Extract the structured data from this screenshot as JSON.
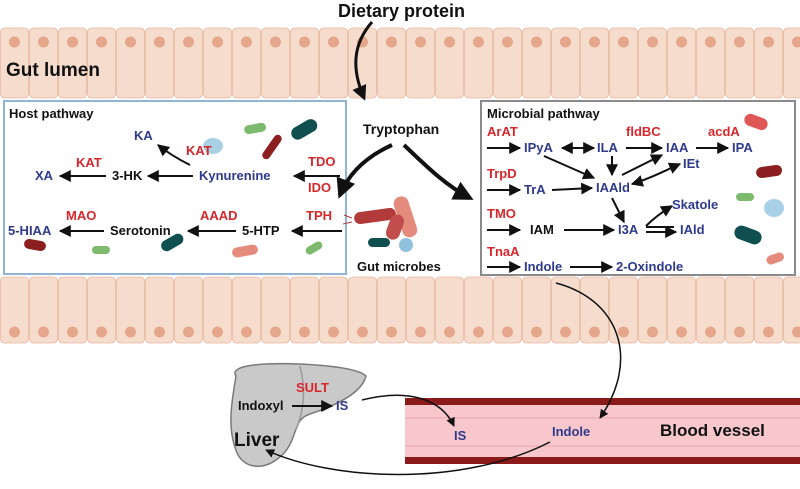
{
  "title": "Dietary protein",
  "regions": {
    "lumen": "Gut lumen",
    "host": "Host pathway",
    "microbial": "Microbial pathway",
    "microbes": "Gut microbes",
    "liver": "Liver",
    "vessel": "Blood vessel"
  },
  "center": "Tryptophan",
  "host_nodes": {
    "ka": "KA",
    "xa": "XA",
    "hk3": "3-HK",
    "kyn": "Kynurenine",
    "hiaa": "5-HIAA",
    "ser": "Serotonin",
    "htp": "5-HTP"
  },
  "host_enzymes": {
    "kat1": "KAT",
    "kat2": "KAT",
    "tdo": "TDO",
    "ido": "IDO",
    "mao": "MAO",
    "aaad": "AAAD",
    "tph": "TPH"
  },
  "micro_nodes": {
    "ipya": "IPyA",
    "ila": "ILA",
    "iaa": "IAA",
    "ipa": "IPA",
    "iet": "IEt",
    "tra": "TrA",
    "iaald": "IAAld",
    "skatole": "Skatole",
    "iam": "IAM",
    "i3a": "I3A",
    "iald": "IAld",
    "indole": "Indole",
    "oxindole": "2-Oxindole"
  },
  "micro_enzymes": {
    "arat": "ArAT",
    "fldbc": "fldBC",
    "acda": "acdA",
    "trpd": "TrpD",
    "tmo": "TMO",
    "tnaa": "TnaA"
  },
  "liver_nodes": {
    "indoxyl": "Indoxyl",
    "sult": "SULT",
    "is": "IS"
  },
  "vessel_nodes": {
    "is": "IS",
    "indole": "Indole"
  },
  "colors": {
    "metabolite": "#2e3a8c",
    "enzyme": "#d9262b",
    "black": "#111111",
    "cell": "#f6dccd",
    "nucleus": "#e5a78c",
    "box_host": "#8fb4d8",
    "box_micro": "#8a8a8a",
    "liver": "#c9c9c9",
    "vessel": "#8b1a1a",
    "vessel_inner": "#f7c7cc"
  }
}
